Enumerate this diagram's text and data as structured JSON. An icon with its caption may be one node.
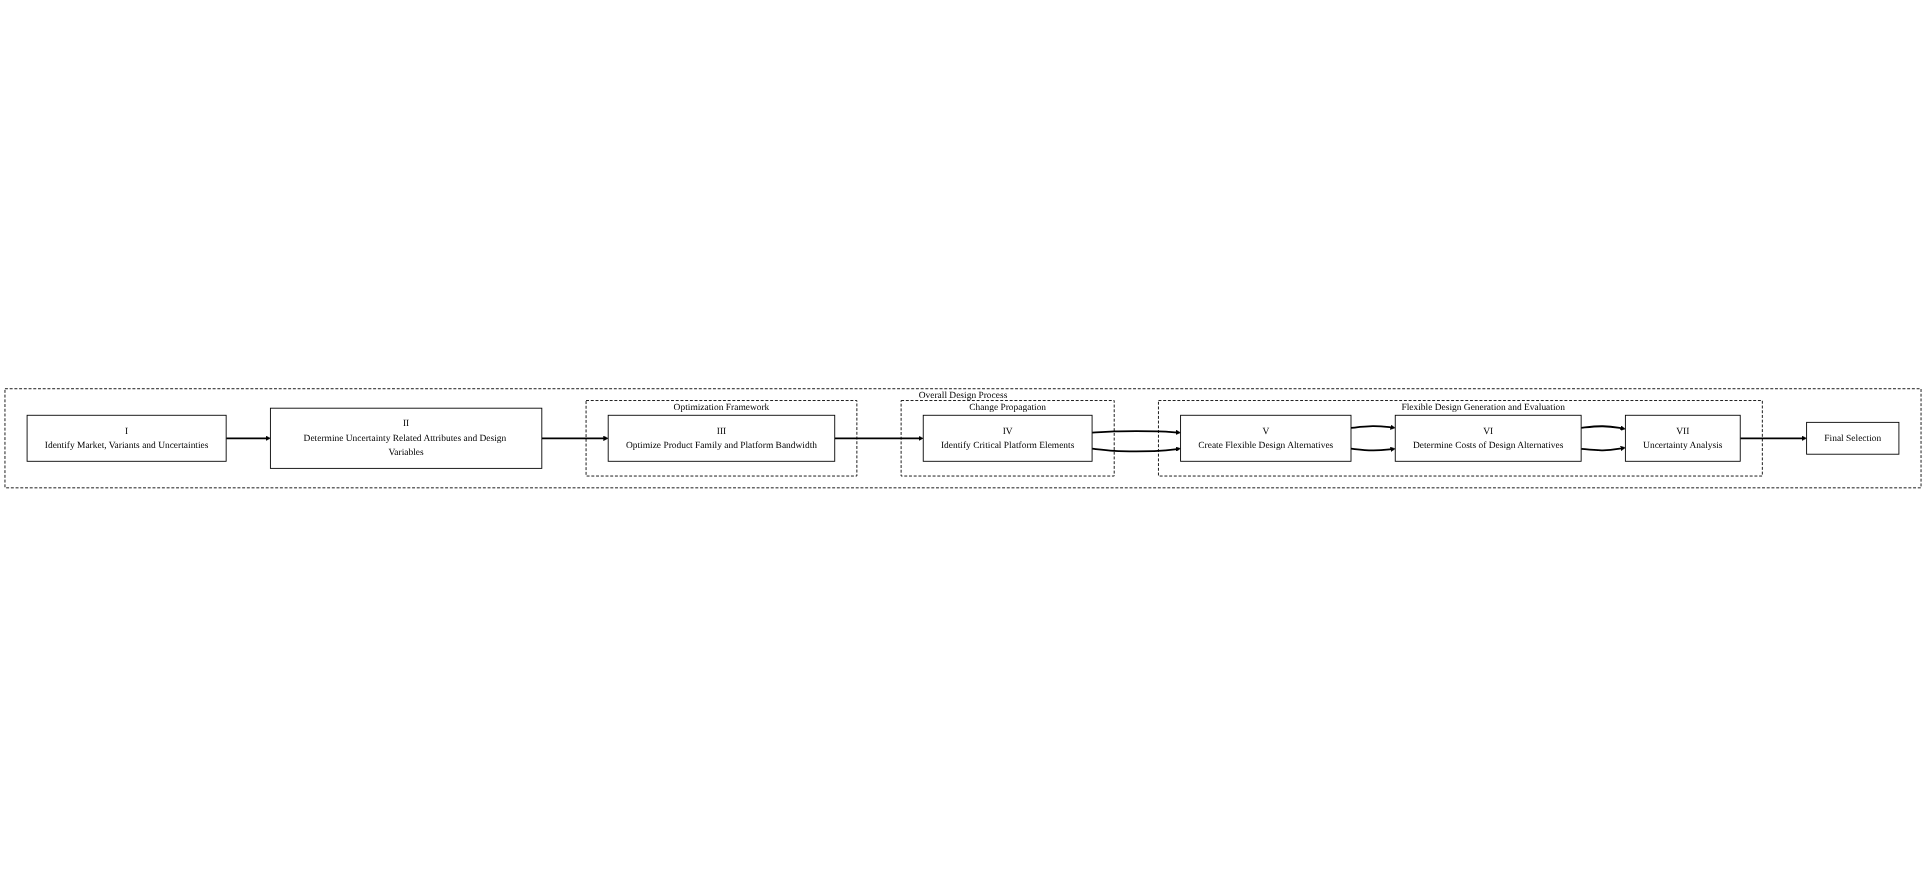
{
  "diagram": {
    "nodes": [
      {
        "text": [
          "Overall Design Process"
        ]
      },
      {
        "text": [
          "I",
          "Identify Market, Variants and Uncertainties"
        ],
        "in": 0
      },
      {
        "text": [
          "II",
          "Determine Uncertainty Related Attributes and Design Variables"
        ],
        "in": 0
      },
      {
        "text": [
          "Optimization Framework"
        ],
        "in": 0
      },
      {
        "text": [
          "III",
          "Optimize Product Family and Platform Bandwidth"
        ],
        "in": 3
      },
      {
        "text": [
          "Change Propagation"
        ],
        "in": 0
      },
      {
        "text": [
          "IV",
          "Identify Critical Platform Elements"
        ],
        "in": 5
      },
      {
        "text": [
          "Flexible Design Generation and Evaluation"
        ],
        "in": 0
      },
      {
        "text": [
          "V",
          "Create Flexible Design Alternatives"
        ],
        "in": 7
      },
      {
        "text": [
          "VI",
          "Determine Costs of Design Alternatives"
        ],
        "in": 7
      },
      {
        "text": [
          "VII",
          "Uncertainty Analysis"
        ],
        "in": 7
      },
      {
        "text": [
          "Final Selection"
        ],
        "in": 0
      }
    ],
    "edges": [
      {
        "from": 1,
        "to": 2,
        "arrow": "to"
      },
      {
        "from": 2,
        "to": 4,
        "arrow": "to"
      },
      {
        "from": 4,
        "to": 6,
        "arrow": "to"
      },
      {
        "from": 6,
        "to": 8,
        "arrow": "to"
      },
      {
        "from": 6,
        "to": 8,
        "arrow": "to"
      },
      {
        "from": 8,
        "to": 9,
        "arrow": "to"
      },
      {
        "from": 8,
        "to": 9,
        "arrow": "to"
      },
      {
        "from": 9,
        "to": 10,
        "arrow": "to"
      },
      {
        "from": 9,
        "to": 10,
        "arrow": "to"
      },
      {
        "from": 10,
        "to": 11,
        "arrow": "to"
      }
    ]
  }
}
